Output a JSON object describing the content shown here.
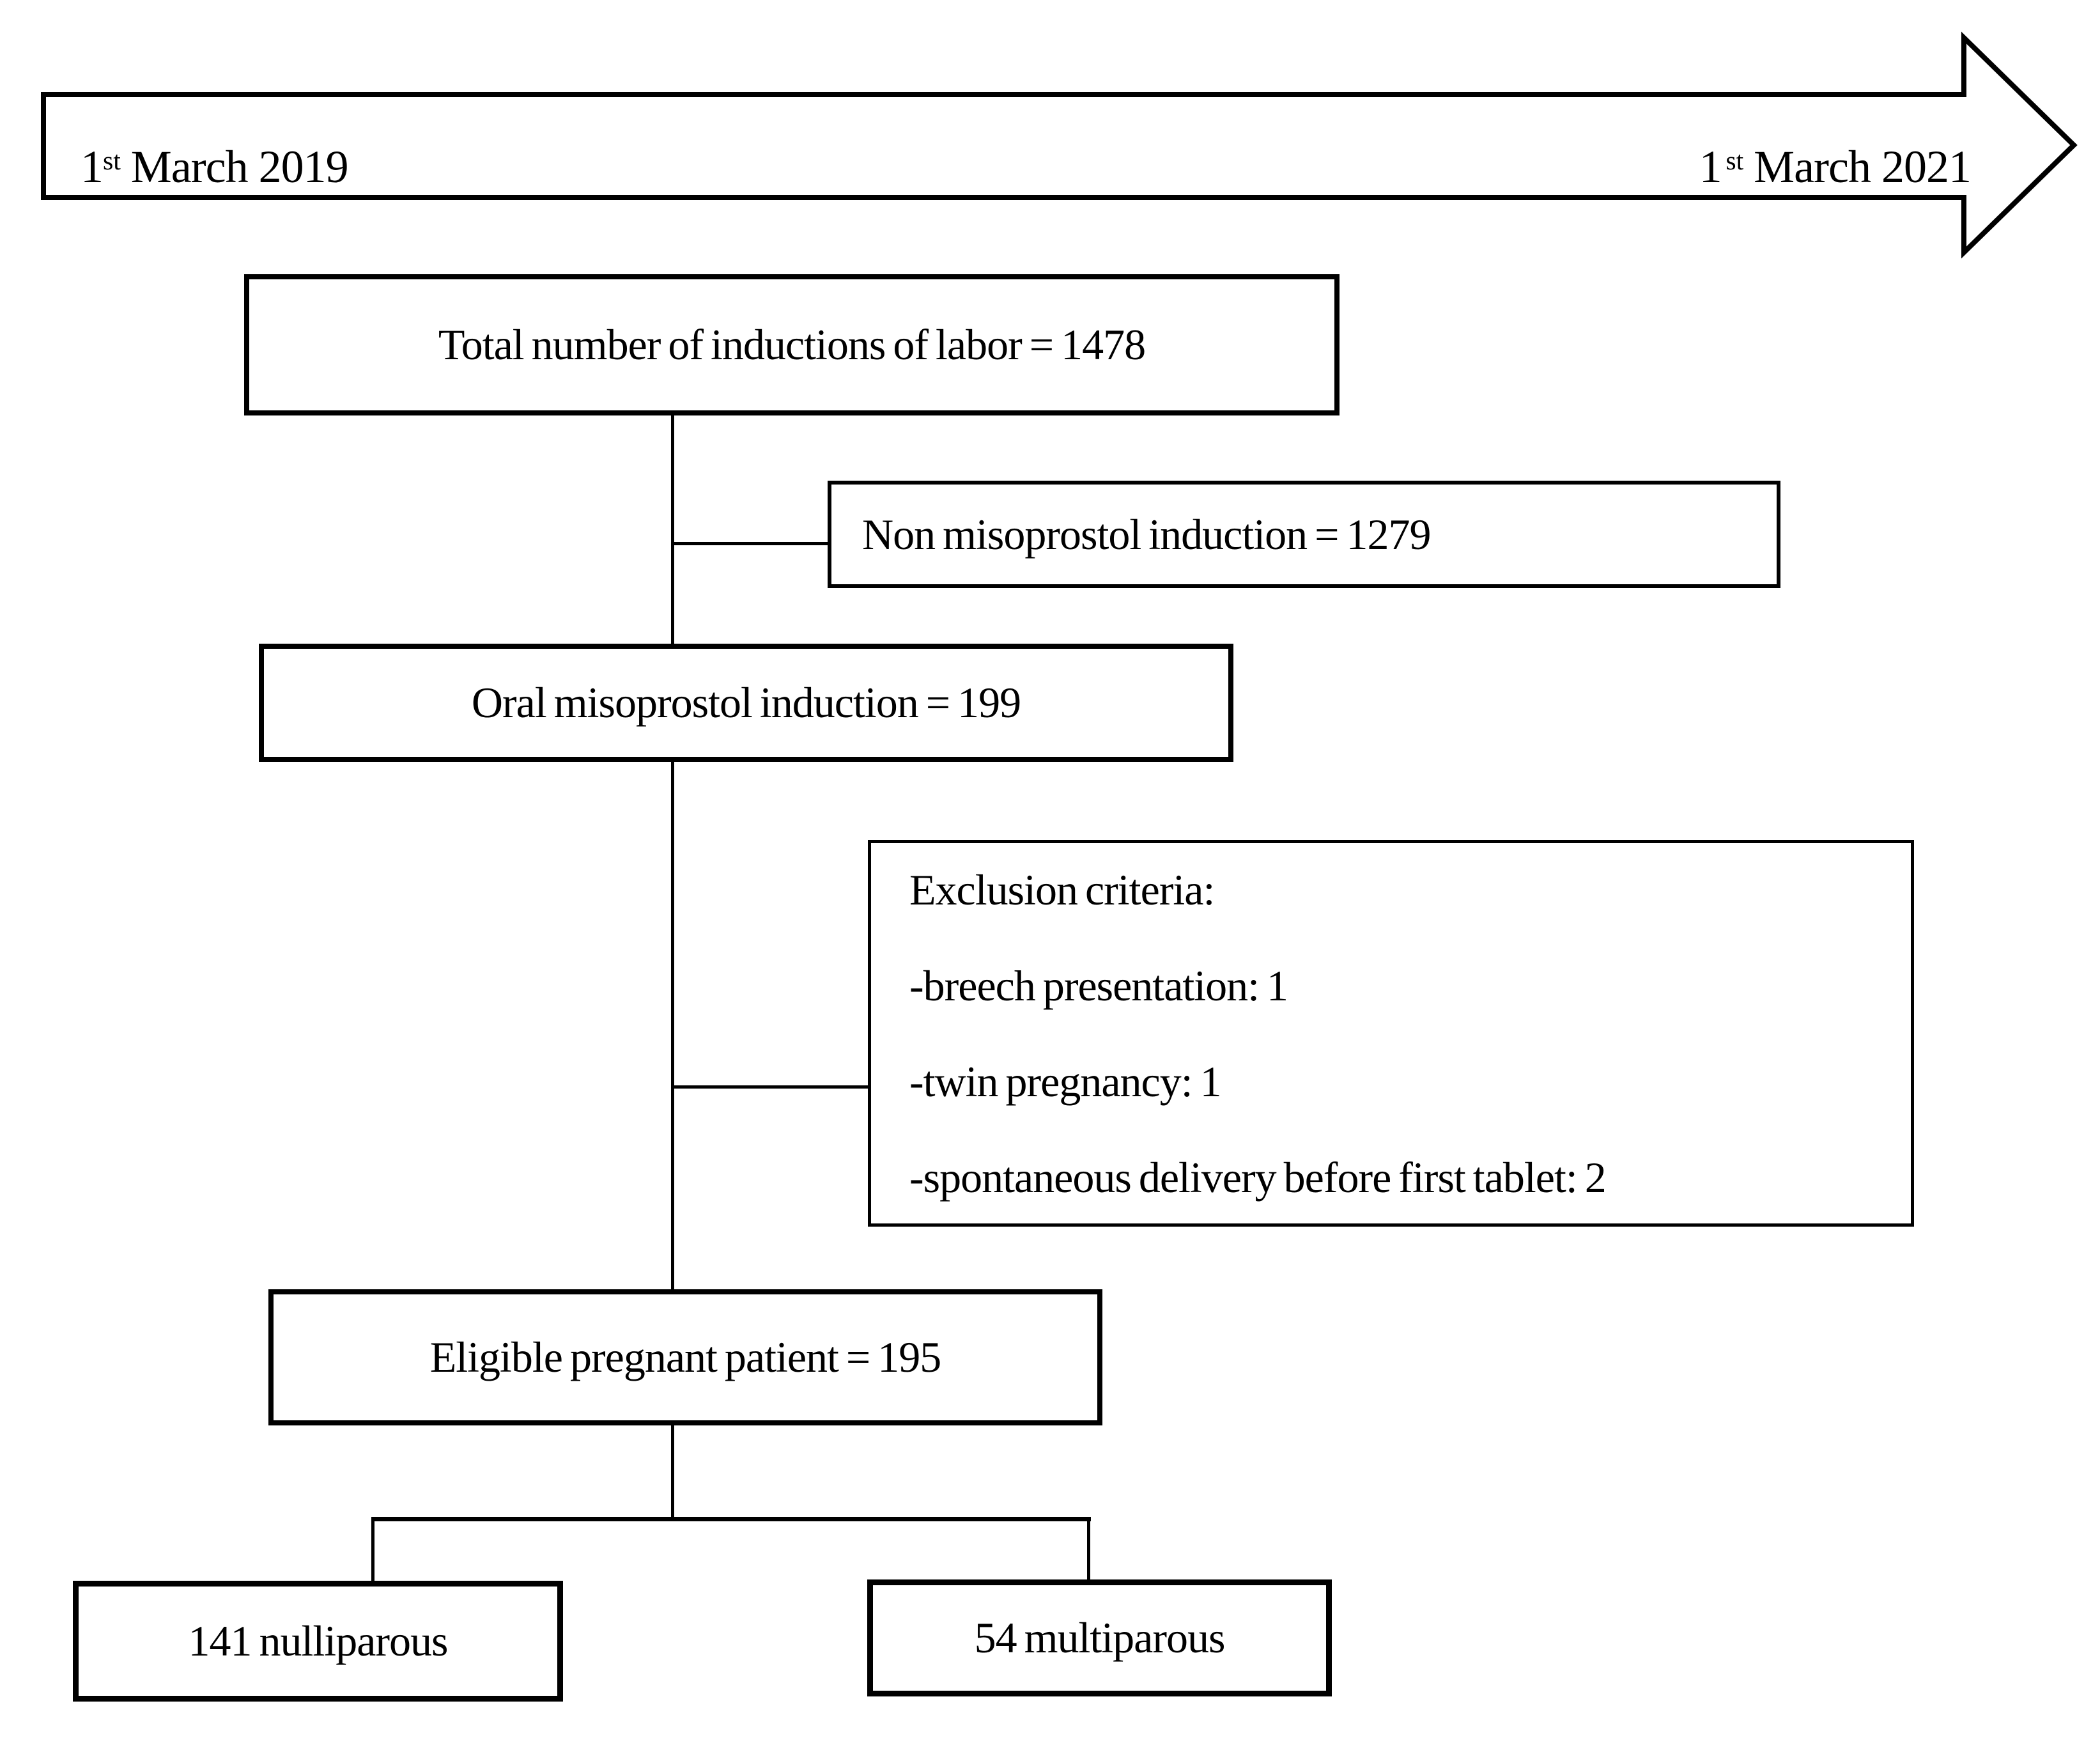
{
  "palette": {
    "ink": "#000000",
    "background": "#ffffff"
  },
  "timeline": {
    "start": {
      "value": "1",
      "ordinal": "st",
      "rest": "March 2019"
    },
    "end": {
      "value": "1",
      "ordinal": "st",
      "rest": "March 2021"
    }
  },
  "boxes": {
    "total": {
      "label": "Total number of inductions of labor = 1478"
    },
    "non_misoprostol": {
      "label": "Non misoprostol induction = 1279"
    },
    "oral_misoprostol": {
      "label": "Oral misoprostol induction = 199"
    },
    "exclusion": {
      "lines": [
        "Exclusion criteria:",
        "-breech presentation: 1",
        "-twin pregnancy: 1",
        "-spontaneous delivery before first tablet: 2"
      ]
    },
    "eligible": {
      "label": "Eligible pregnant patient = 195"
    },
    "nulliparous": {
      "label": "141 nulliparous"
    },
    "multiparous": {
      "label": "54 multiparous"
    }
  }
}
